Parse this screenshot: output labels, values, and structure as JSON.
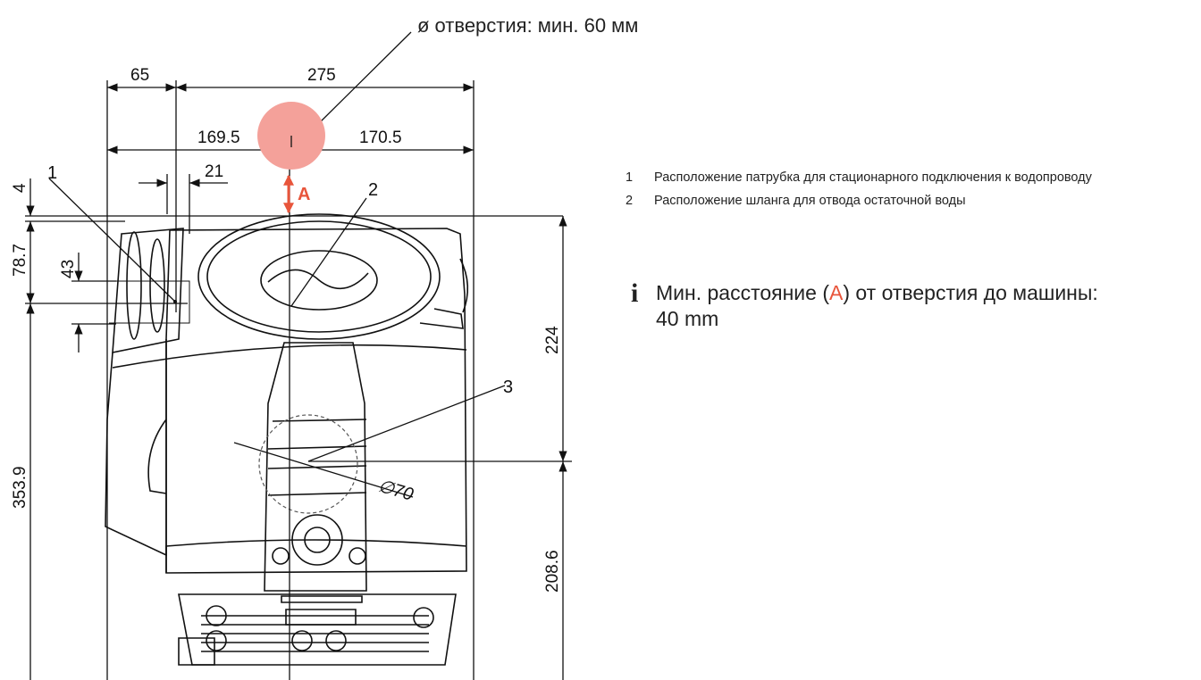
{
  "header": {
    "hole_label": "ø отверстия: мин. 60 мм"
  },
  "dimensions": {
    "d65": "65",
    "d275": "275",
    "d169_5": "169.5",
    "d170_5": "170.5",
    "d21": "21",
    "d4": "4",
    "d78_7": "78.7",
    "d43": "43",
    "d224": "224",
    "d353_9": "353.9",
    "d208_6": "208.6",
    "d70": "70",
    "phi_symbol": "∅"
  },
  "callouts": {
    "c1": "1",
    "c2": "2",
    "c3": "3",
    "a_marker": "A"
  },
  "legend": {
    "items": [
      {
        "num": "1",
        "text": "Расположение патрубка для стационарного подключения к водопроводу"
      },
      {
        "num": "2",
        "text": "Расположение шланга для отвода остаточной воды"
      }
    ]
  },
  "note": {
    "prefix": "Мин. расстояние (",
    "marker": "A",
    "suffix": ") от отверстия до машины:",
    "value": "40 mm"
  },
  "colors": {
    "hole_fill": "#f4a19a",
    "accent_red": "#e8553b",
    "line": "#111111"
  }
}
